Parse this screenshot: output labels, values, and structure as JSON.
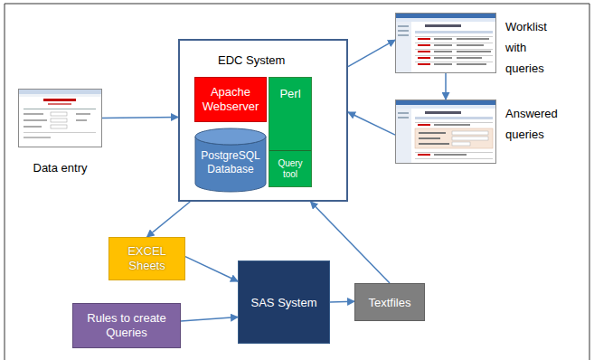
{
  "diagram": {
    "nodes": [
      {
        "text": [
          "Data entry"
        ]
      },
      {
        "text": [
          "EDC System"
        ]
      },
      {
        "text": [
          "Apache Webserver"
        ],
        "in": 1
      },
      {
        "text": [
          "PostgreSQL Database"
        ],
        "in": 1
      },
      {
        "text": [
          "Perl"
        ],
        "in": 1
      },
      {
        "text": [
          "Query tool"
        ],
        "in": 4
      },
      {
        "text": [
          "Worklist with queries"
        ]
      },
      {
        "text": [
          "Answered queries"
        ]
      },
      {
        "text": [
          "EXCEL Sheets"
        ]
      },
      {
        "text": [
          "Rules to create Queries"
        ]
      },
      {
        "text": [
          "SAS System"
        ]
      },
      {
        "text": [
          "Textfiles"
        ]
      }
    ],
    "edges": [
      {
        "from": 0,
        "to": 1,
        "arrow": "to"
      },
      {
        "from": 1,
        "to": 6,
        "arrow": "to"
      },
      {
        "from": 6,
        "to": 7,
        "arrow": "to"
      },
      {
        "from": 7,
        "to": 1,
        "arrow": "to"
      },
      {
        "from": 1,
        "to": 8,
        "arrow": "to"
      },
      {
        "from": 8,
        "to": 10,
        "arrow": "to"
      },
      {
        "from": 9,
        "to": 10,
        "arrow": "to"
      },
      {
        "from": 10,
        "to": 11,
        "arrow": "to"
      },
      {
        "from": 11,
        "to": 1,
        "arrow": "to"
      }
    ]
  }
}
